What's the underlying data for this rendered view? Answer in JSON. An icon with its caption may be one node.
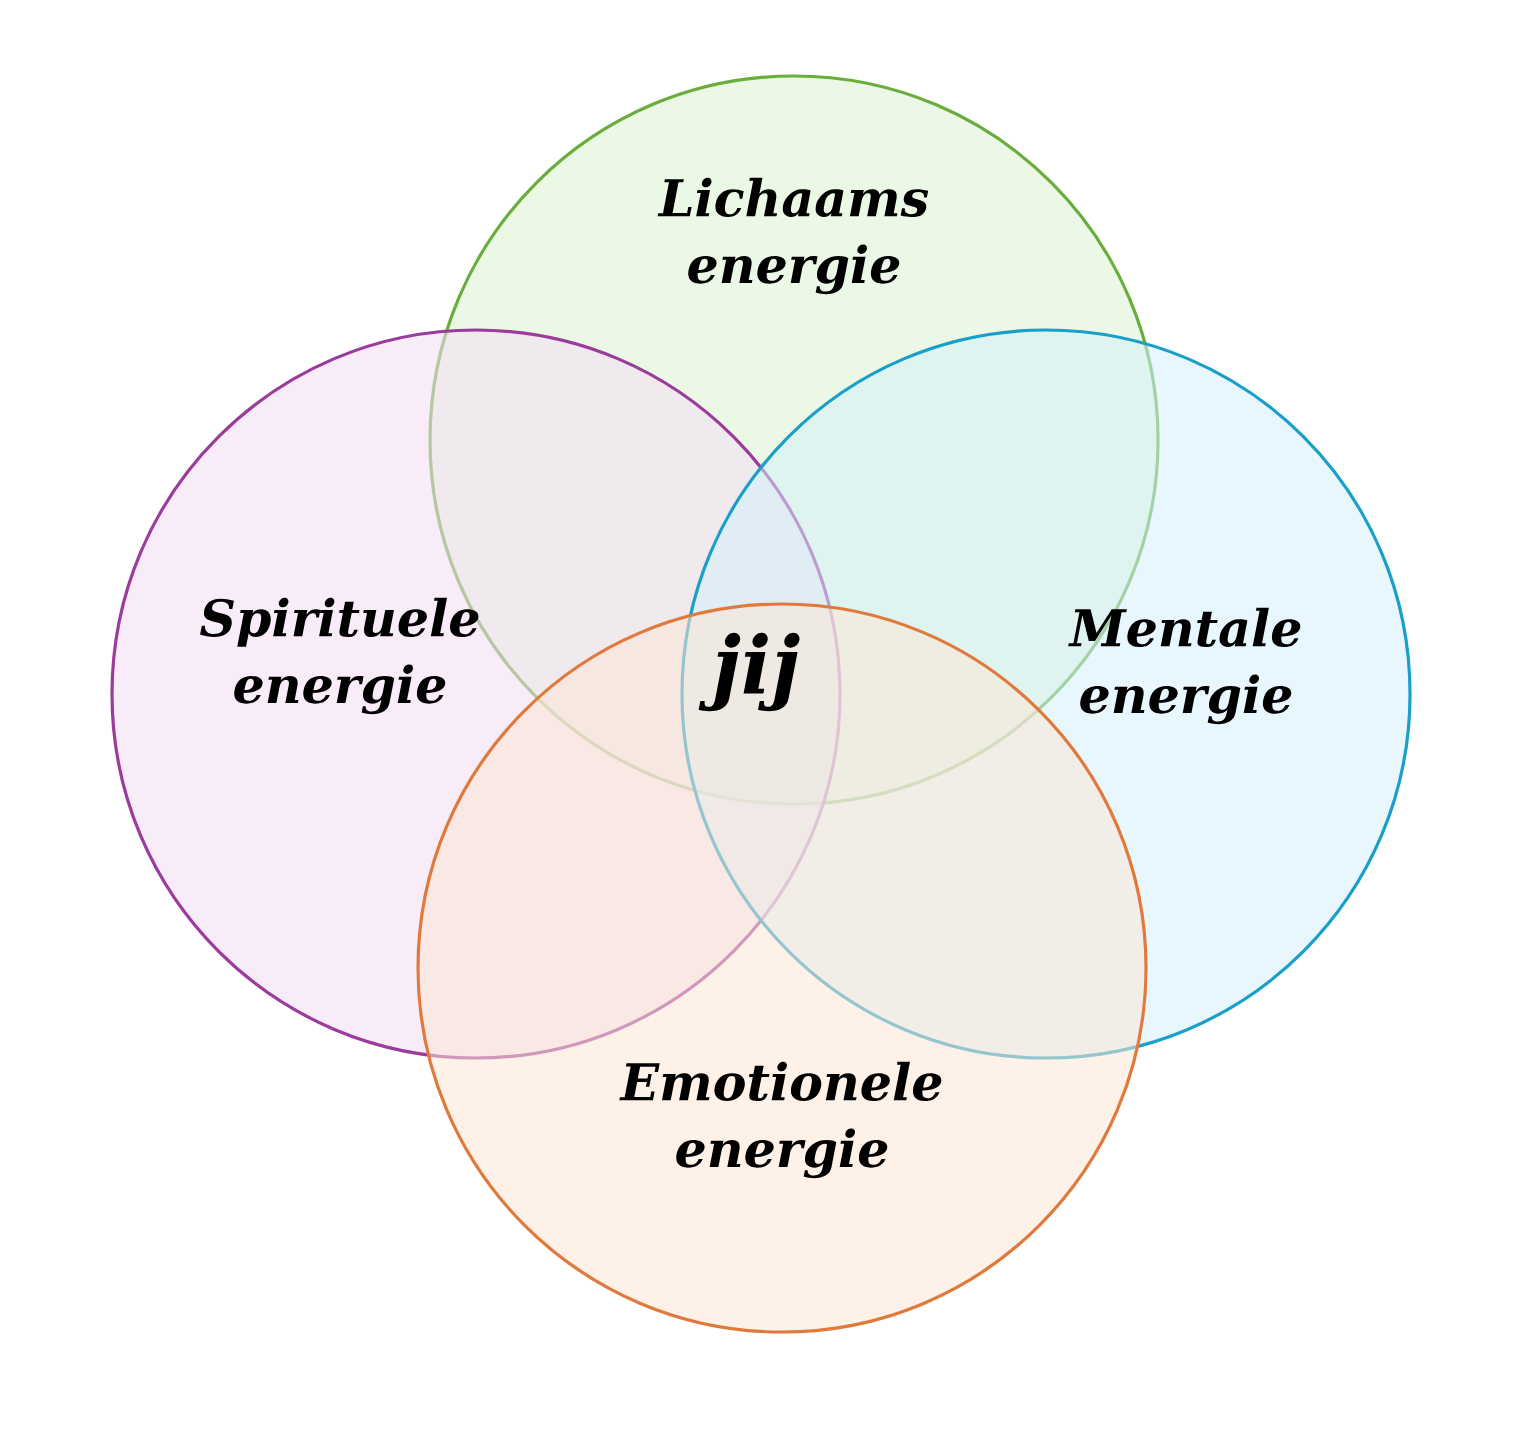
{
  "diagram": {
    "nodes": [
      {
        "text": [
          "Lichaams energie"
        ]
      },
      {
        "text": [
          "Spirituele energie"
        ]
      },
      {
        "text": [
          "Mentale energie"
        ]
      },
      {
        "text": [
          "Emotionele energie"
        ]
      }
    ],
    "labels": [
      "jij"
    ]
  }
}
